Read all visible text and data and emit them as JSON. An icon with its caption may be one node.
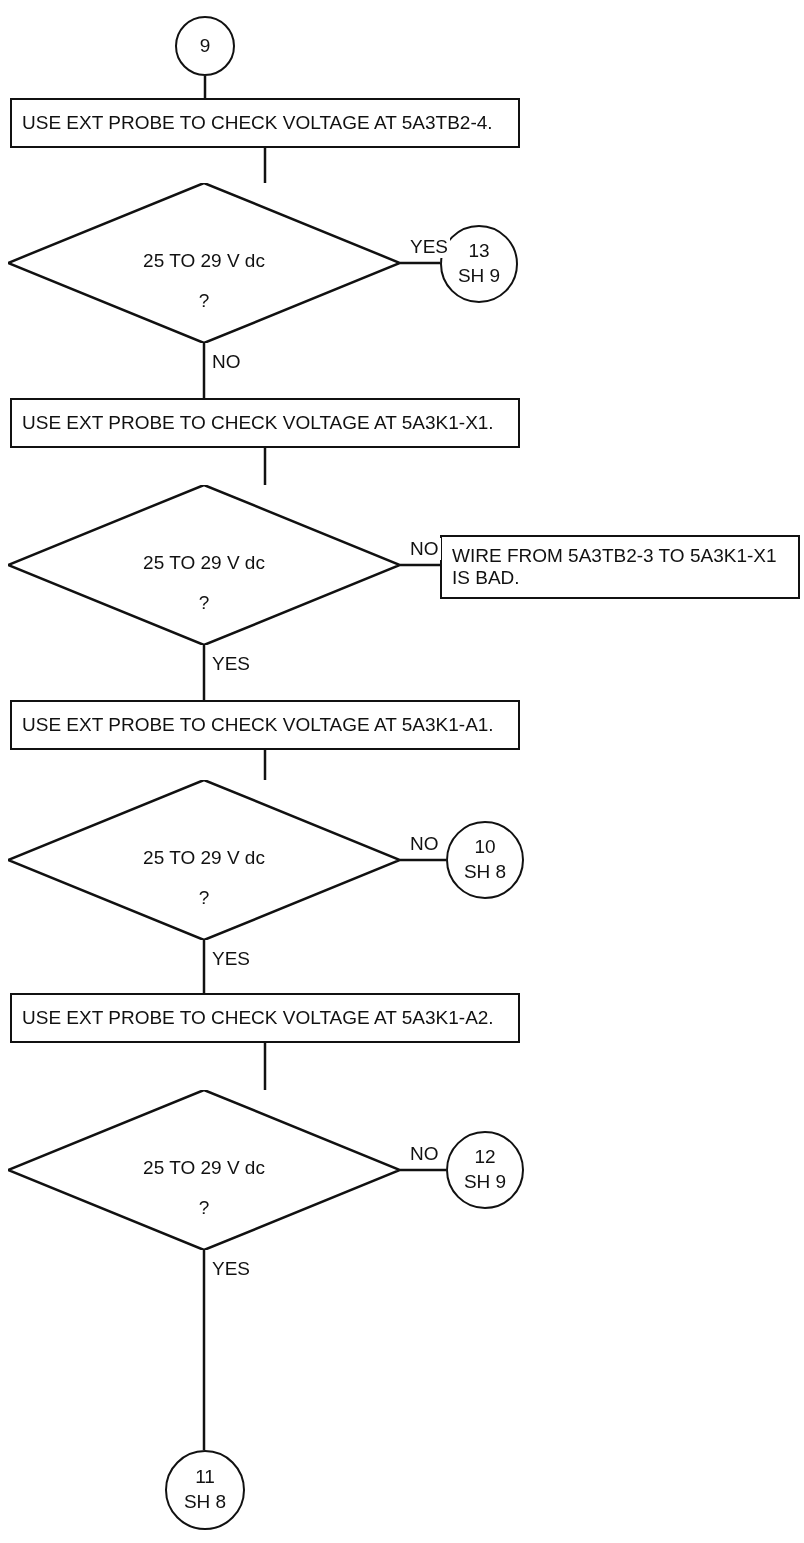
{
  "diagram": {
    "nodes": [
      {
        "text": [
          "9"
        ]
      },
      {
        "text": [
          "USE EXT PROBE TO CHECK VOLTAGE AT 5A3TB2-4."
        ]
      },
      {
        "text": [
          "25 TO 29 V dc",
          "?"
        ]
      },
      {
        "text": [
          "13",
          "SH 9"
        ]
      },
      {
        "text": [
          "USE EXT PROBE TO CHECK VOLTAGE AT 5A3K1-X1."
        ]
      },
      {
        "text": [
          "25 TO 29 V dc",
          "?"
        ]
      },
      {
        "text": [
          "WIRE FROM 5A3TB2-3 TO 5A3K1-X1 IS BAD."
        ]
      },
      {
        "text": [
          "USE EXT PROBE TO CHECK VOLTAGE AT 5A3K1-A1."
        ]
      },
      {
        "text": [
          "25 TO 29 V dc",
          "?"
        ]
      },
      {
        "text": [
          "10",
          "SH 8"
        ]
      },
      {
        "text": [
          "USE EXT PROBE TO CHECK VOLTAGE AT 5A3K1-A2."
        ]
      },
      {
        "text": [
          "25 TO 29 V dc",
          "?"
        ]
      },
      {
        "text": [
          "12",
          "SH 9"
        ]
      },
      {
        "text": [
          "11",
          "SH 8"
        ]
      }
    ],
    "edges": [
      {
        "from": 0,
        "to": 1,
        "arrow": "none"
      },
      {
        "from": 1,
        "to": 2,
        "arrow": "none"
      },
      {
        "from": 2,
        "to": 3,
        "arrow": "none",
        "label": "YES"
      },
      {
        "from": 2,
        "to": 4,
        "arrow": "none",
        "label": "NO"
      },
      {
        "from": 4,
        "to": 5,
        "arrow": "none"
      },
      {
        "from": 5,
        "to": 6,
        "arrow": "none",
        "label": "NO"
      },
      {
        "from": 5,
        "to": 7,
        "arrow": "none",
        "label": "YES"
      },
      {
        "from": 7,
        "to": 8,
        "arrow": "none"
      },
      {
        "from": 8,
        "to": 9,
        "arrow": "none",
        "label": "NO"
      },
      {
        "from": 8,
        "to": 10,
        "arrow": "none",
        "label": "YES"
      },
      {
        "from": 10,
        "to": 11,
        "arrow": "none"
      },
      {
        "from": 11,
        "to": 12,
        "arrow": "none",
        "label": "NO"
      },
      {
        "from": 11,
        "to": 13,
        "arrow": "none",
        "label": "YES"
      }
    ]
  }
}
